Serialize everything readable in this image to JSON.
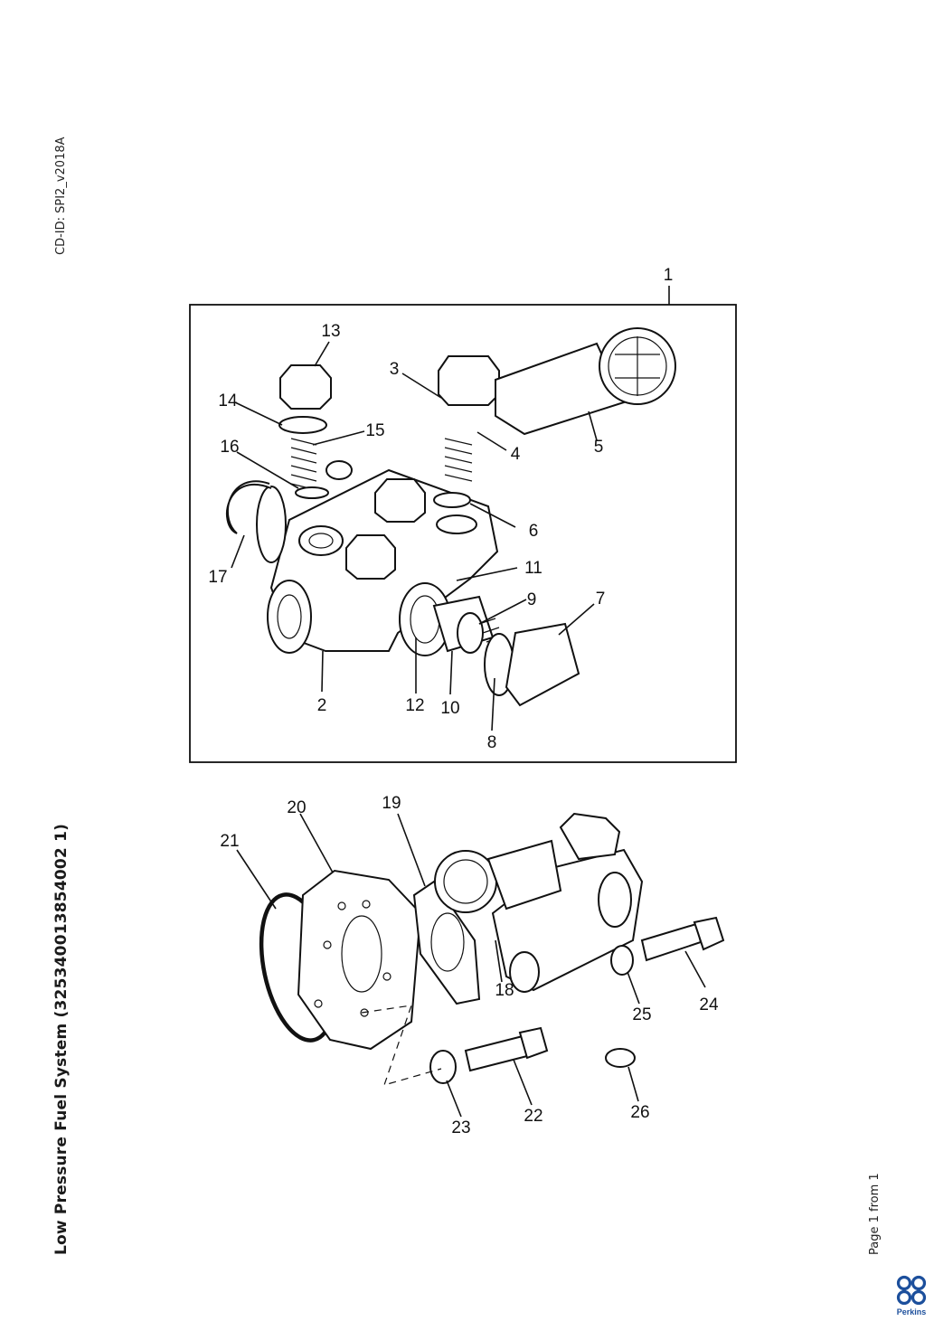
{
  "document": {
    "cd_id": "CD-ID: SPI2_v2018A",
    "title": "Low Pressure Fuel System (325340013854002 1)",
    "page_info": "Page 1 from 1"
  },
  "brand": {
    "name": "Perkins",
    "color": "#1c4f9c"
  },
  "callouts": {
    "c1": "1",
    "c2": "2",
    "c3": "3",
    "c4": "4",
    "c5": "5",
    "c6": "6",
    "c7": "7",
    "c8": "8",
    "c9": "9",
    "c10": "10",
    "c11": "11",
    "c12": "12",
    "c13": "13",
    "c14": "14",
    "c15": "15",
    "c16": "16",
    "c17": "17",
    "c18": "18",
    "c19": "19",
    "c20": "20",
    "c21": "21",
    "c22": "22",
    "c23": "23",
    "c24": "24",
    "c25": "25",
    "c26": "26"
  }
}
